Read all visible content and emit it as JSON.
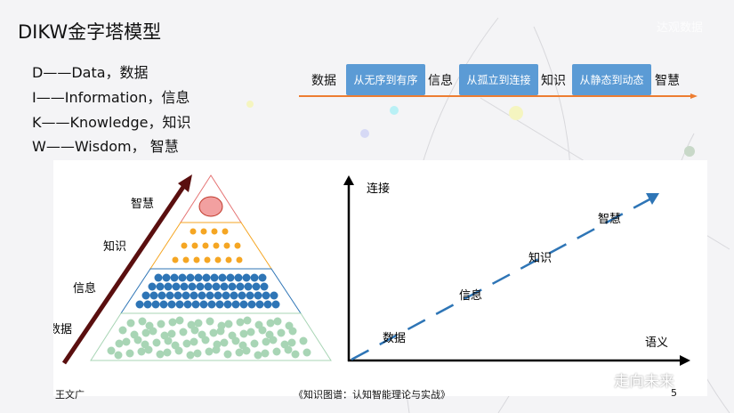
{
  "title": "DIKW金字塔模型",
  "watermark": "达观数据",
  "definitions": [
    "D——Data，数据",
    "I——Information，信息",
    "K——Knowledge，知识",
    "W——Wisdom， 智慧"
  ],
  "flow": {
    "stages": [
      "数据",
      "信息",
      "知识",
      "智慧"
    ],
    "transitions": [
      "从无序到有序",
      "从孤立到连接",
      "从静态到动态"
    ],
    "accent": "#ed7d31",
    "box_color": "#5b9bd5"
  },
  "pyramid": {
    "levels": [
      "智慧",
      "知识",
      "信息",
      "数据"
    ],
    "colors": [
      "#e57373",
      "#f5a623",
      "#2e75b6",
      "#a8d5b5"
    ]
  },
  "chart": {
    "y_label": "连接",
    "x_label": "语义",
    "points": [
      "数据",
      "信息",
      "知识",
      "智慧"
    ]
  },
  "footer": {
    "author": "王文广",
    "book": "《知识图谱：认知智能理论与实战》",
    "page": "5",
    "wechat": "走向未来"
  }
}
